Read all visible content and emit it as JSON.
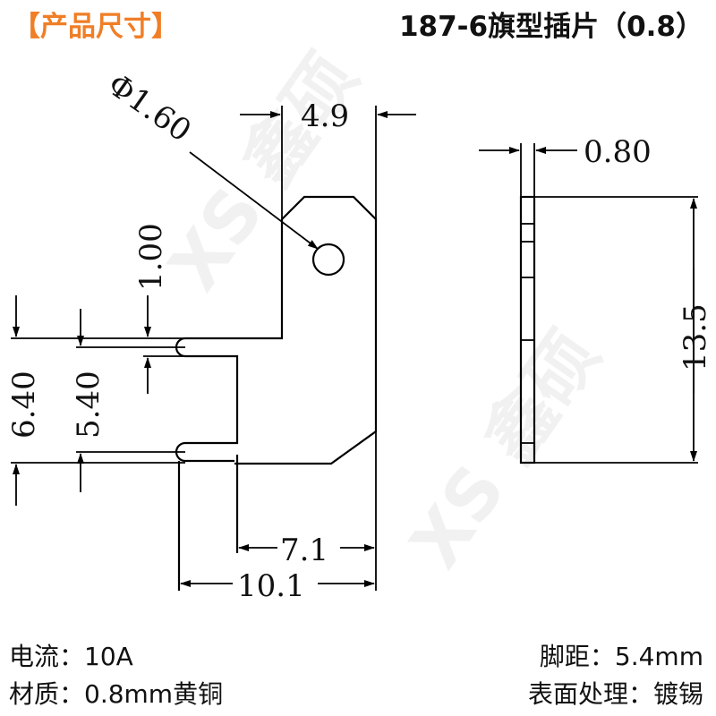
{
  "header": {
    "section_title": "【产品尺寸】",
    "product_title": "187-6旗型插片（0.8）"
  },
  "dimensions": {
    "hole_diameter": "Φ1.60",
    "top_width": "4.9",
    "hole_offset": "1.00",
    "outer_slot": "6.40",
    "inner_slot": "5.40",
    "inner_width": "7.1",
    "total_width": "10.1",
    "thickness": "0.80",
    "height": "13.5"
  },
  "watermark": {
    "text_a": "XS 鑫硕",
    "text_b": "XS 鑫硕"
  },
  "specs": {
    "current": "电流：10A",
    "material": "材质：0.8mm黄铜",
    "pitch": "脚距：5.4mm",
    "finish": "表面处理：镀锡"
  },
  "colors": {
    "accent": "#f07e26",
    "line": "#000000",
    "text": "#111111"
  }
}
